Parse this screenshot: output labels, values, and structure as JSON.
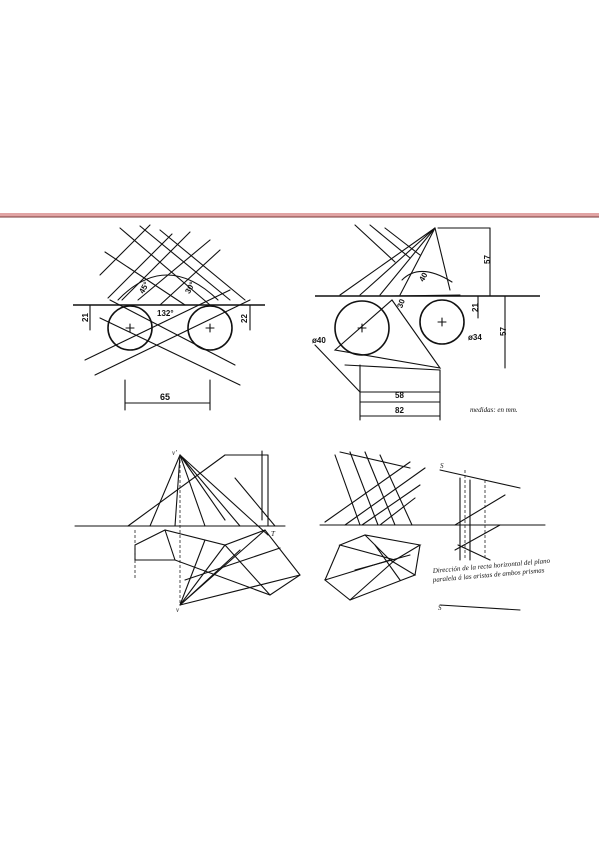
{
  "colors": {
    "paper": "#ffffff",
    "ink": "#111111",
    "band": "#c85a5a"
  },
  "fig_tl": {
    "dim_65": "65",
    "dim_21": "21",
    "dim_22": "22",
    "dim_45": "45°",
    "dim_30": "30°",
    "dim_132": "132°"
  },
  "fig_tr": {
    "dim_57_top": "57",
    "dim_21": "21",
    "dim_57": "57",
    "dim_40": "40",
    "dim_30": "30",
    "dim_d40": "ø40",
    "dim_d34": "ø34",
    "dim_58": "58",
    "dim_82": "82",
    "note": "medidas: en mm."
  },
  "fig_bl": {
    "label_v": "v'",
    "label_t": "T",
    "label_vb": "v"
  },
  "fig_br": {
    "label_s1": "S",
    "label_s2": "S",
    "caption_line1": "Dirección de la recta horizontal del plano",
    "caption_line2": "paralela á las aristas de ambos prismas"
  }
}
